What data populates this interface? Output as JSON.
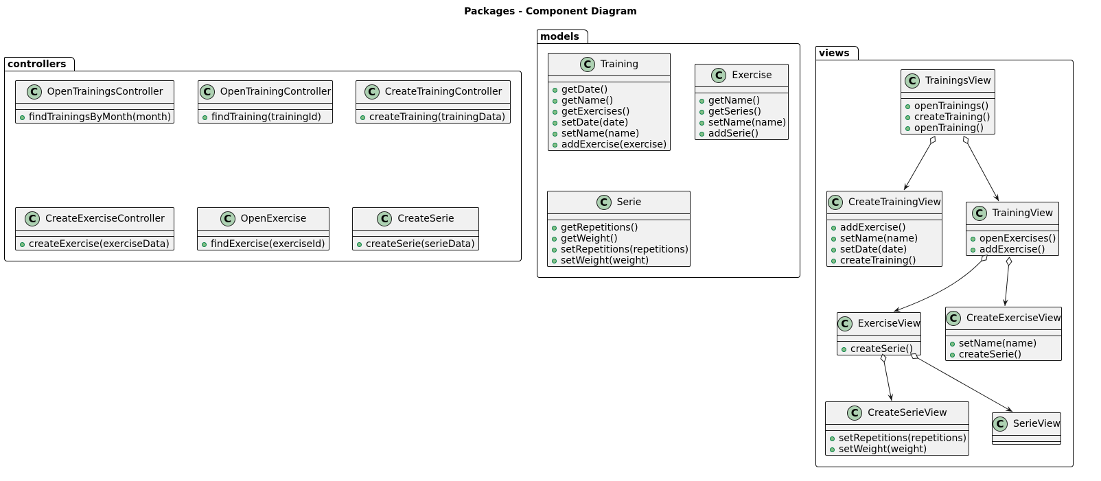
{
  "title": "Packages - Component Diagram",
  "packages": {
    "controllers": {
      "name": "controllers",
      "classes": {
        "open_trainings_controller": {
          "name": "OpenTrainingsController",
          "methods": [
            "findTrainingsByMonth(month)"
          ]
        },
        "open_training_controller": {
          "name": "OpenTrainingController",
          "methods": [
            "findTraining(trainingId)"
          ]
        },
        "create_training_controller": {
          "name": "CreateTrainingController",
          "methods": [
            "createTraining(trainingData)"
          ]
        },
        "create_exercise_controller": {
          "name": "CreateExerciseController",
          "methods": [
            "createExercise(exerciseData)"
          ]
        },
        "open_exercise": {
          "name": "OpenExercise",
          "methods": [
            "findExercise(exerciseId)"
          ]
        },
        "create_serie": {
          "name": "CreateSerie",
          "methods": [
            "createSerie(serieData)"
          ]
        }
      }
    },
    "models": {
      "name": "models",
      "classes": {
        "training": {
          "name": "Training",
          "methods": [
            "getDate()",
            "getName()",
            "getExercises()",
            "setDate(date)",
            "setName(name)",
            "addExercise(exercise)"
          ]
        },
        "exercise": {
          "name": "Exercise",
          "methods": [
            "getName()",
            "getSeries()",
            "setName(name)",
            "addSerie()"
          ]
        },
        "serie": {
          "name": "Serie",
          "methods": [
            "getRepetitions()",
            "getWeight()",
            "setRepetitions(repetitions)",
            "setWeight(weight)"
          ]
        }
      }
    },
    "views": {
      "name": "views",
      "classes": {
        "trainings_view": {
          "name": "TrainingsView",
          "methods": [
            "openTrainings()",
            "createTraining()",
            "openTraining()"
          ]
        },
        "create_training_view": {
          "name": "CreateTrainingView",
          "methods": [
            "addExercise()",
            "setName(name)",
            "setDate(date)",
            "createTraining()"
          ]
        },
        "training_view": {
          "name": "TrainingView",
          "methods": [
            "openExercises()",
            "addExercise()"
          ]
        },
        "exercise_view": {
          "name": "ExerciseView",
          "methods": [
            "createSerie()"
          ]
        },
        "create_exercise_view": {
          "name": "CreateExerciseView",
          "methods": [
            "setName(name)",
            "createSerie()"
          ]
        },
        "create_serie_view": {
          "name": "CreateSerieView",
          "methods": [
            "setRepetitions(repetitions)",
            "setWeight(weight)"
          ]
        },
        "serie_view": {
          "name": "SerieView",
          "methods": []
        }
      }
    }
  },
  "class_icon_letter": "C",
  "visibility_icon": "public-circle-icon",
  "relations": [
    {
      "type": "aggregation",
      "from": "TrainingsView",
      "to": "CreateTrainingView"
    },
    {
      "type": "aggregation",
      "from": "TrainingsView",
      "to": "TrainingView"
    },
    {
      "type": "aggregation",
      "from": "TrainingView",
      "to": "ExerciseView"
    },
    {
      "type": "aggregation",
      "from": "TrainingView",
      "to": "CreateExerciseView"
    },
    {
      "type": "aggregation",
      "from": "ExerciseView",
      "to": "CreateSerieView"
    },
    {
      "type": "aggregation",
      "from": "ExerciseView",
      "to": "SerieView"
    }
  ],
  "colors": {
    "class_fill": "#f1f1f1",
    "class_icon": "#add1b2",
    "public_method": "#84be84",
    "line": "#181818"
  }
}
